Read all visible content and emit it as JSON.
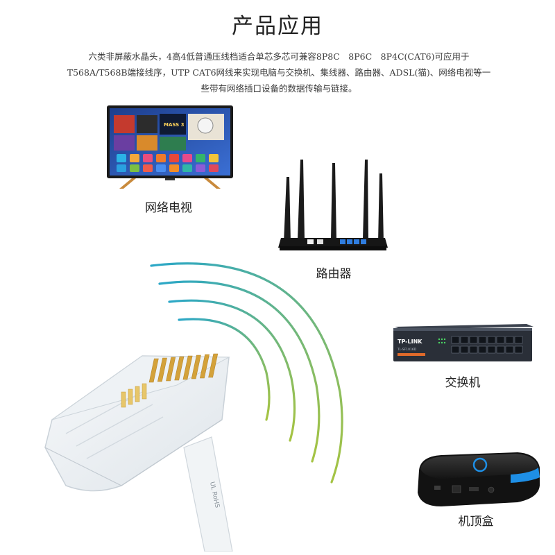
{
  "section": {
    "title": "产品应用",
    "description": "六类非屏蔽水晶头，4高4低普通压线档适合单芯多芯可兼容8P8C　8P6C　8P4C(CAT6)可应用于T568A/T568B端接线序，UTP CAT6网线来实现电脑与交换机、集线器、路由器、ADSL(猫)、网络电视等一些带有网络插口设备的数据传输与链接。"
  },
  "devices": {
    "tv": {
      "label": "网络电视",
      "screen_brand": "MASS 3"
    },
    "router": {
      "label": "路由器"
    },
    "switch": {
      "label": "交换机",
      "brand": "TP-LINK",
      "model": "TL-SF1016D"
    },
    "stb": {
      "label": "机顶盒"
    }
  },
  "connector": {
    "tab_text": "UL RoHS"
  },
  "colors": {
    "wave_start": "#2aa7c8",
    "wave_end": "#a8c440",
    "tv_frame": "#1a1a1a",
    "tv_stand": "#c98a3c",
    "router_body": "#1b1b1b",
    "switch_body": "#2a2f38",
    "stb_accent": "#1e8fe6"
  }
}
